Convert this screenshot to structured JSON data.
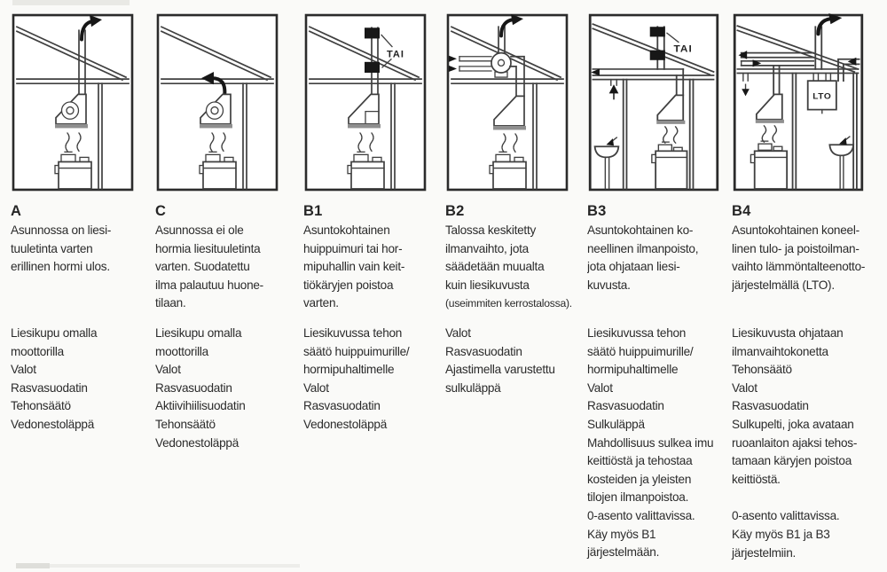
{
  "page": {
    "background": "#fafaf8",
    "text_color": "#2b2b2b",
    "line_color": "#404040",
    "accent_black": "#171717",
    "filter_gray": "#8f8f8f"
  },
  "labels": {
    "tai": "TAI",
    "lto": "LTO"
  },
  "columns": [
    {
      "id": "A",
      "title": "A",
      "description": "Asunnossa on liesi-\ntuuletinta varten\nerillinen hormi ulos.",
      "features": [
        "Liesikupu omalla\nmoottorilla",
        "Valot",
        "Rasvasuodatin",
        "Tehonsäätö",
        "Vedonestoläppä"
      ]
    },
    {
      "id": "C",
      "title": "C",
      "description": "Asunnossa ei ole\nhormia liesituuletinta\nvarten. Suodatettu\nilma palautuu huone-\ntilaan.",
      "features": [
        "Liesikupu omalla\nmoottorilla",
        "Valot",
        "Rasvasuodatin",
        "Aktiivihiilisuodatin",
        "Tehonsäätö",
        "Vedonestoläppä"
      ]
    },
    {
      "id": "B1",
      "title": "B1",
      "description": "Asuntokohtainen\nhuippuimuri tai hor-\nmipuhallin vain keit-\ntiökäryjen poistoa\nvarten.",
      "features": [
        "Liesikuvussa tehon\nsäätö huippuimurille/\nhormipuhaltimelle",
        "Valot",
        "Rasvasuodatin",
        "Vedonestoläppä"
      ]
    },
    {
      "id": "B2",
      "title": "B2",
      "description": "Talossa keskitetty\nilmanvaihto, jota\nsäädetään muualta\nkuin liesikuvusta",
      "description_note": "(useimmiten kerrostalossa).",
      "features": [
        "Valot",
        "Rasvasuodatin",
        "Ajastimella varustettu\nsulkuläppä"
      ]
    },
    {
      "id": "B3",
      "title": "B3",
      "description": "Asuntokohtainen ko-\nneellinen ilmanpoisto,\njota ohjataan liesi-\nkuvusta.",
      "features": [
        "Liesikuvussa tehon\nsäätö huippuimurille/\nhormipuhaltimelle",
        "Valot",
        "Rasvasuodatin",
        "Sulkuläppä",
        "Mahdollisuus sulkea imu\nkeittiöstä ja tehostaa\nkosteiden ja yleisten\ntilojen ilmanpoistoa.",
        "0-asento valittavissa.",
        "Käy myös B1\njärjestelmään."
      ]
    },
    {
      "id": "B4",
      "title": "B4",
      "description": "Asuntokohtainen koneel-\nlinen tulo- ja poistoilman-\nvaihto lämmöntalteenotto-\njärjestelmällä (LTO).",
      "features": [
        "Liesikuvusta ohjataan\nilmanvaihtokonetta",
        "Tehonsäätö",
        "Valot",
        "Rasvasuodatin",
        "Sulkupelti, joka avataan\nruoanlaiton ajaksi tehos-\ntamaan käryjen poistoa\nkeittiöstä."
      ],
      "notes": "0-asento valittavissa.\nKäy myös B1 ja B3\njärjestelmiin."
    }
  ]
}
